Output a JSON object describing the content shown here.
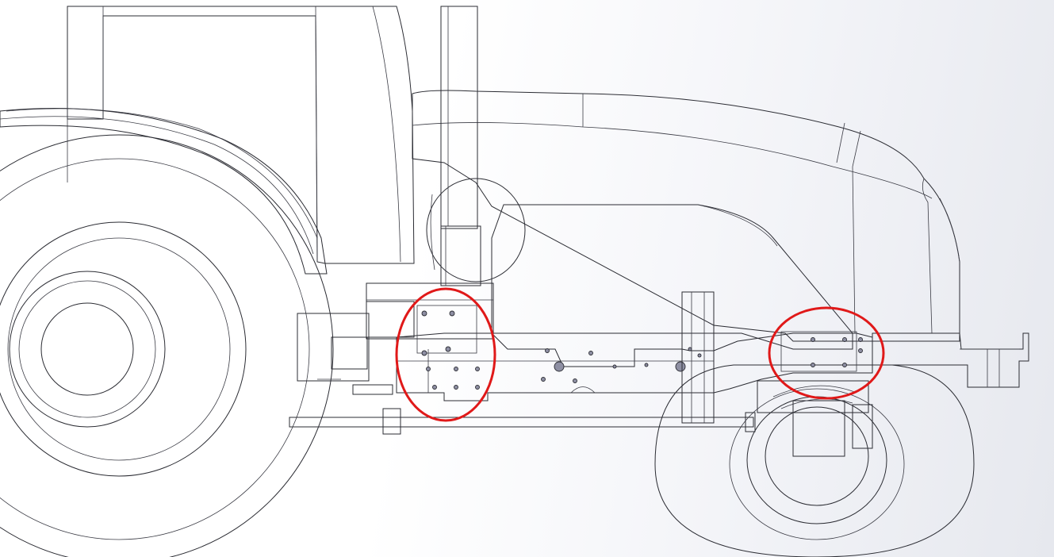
{
  "scene": {
    "subject": "tractor-side-view",
    "palette": {
      "body": "#8c8da1",
      "body_light": "#a4a5b7",
      "body_dark": "#74758a",
      "edge": "#2b2c33",
      "annotation": "#e01919",
      "background": "#ffffff"
    },
    "annotations": [
      {
        "id": "mount-bracket-front",
        "shape": "ellipse",
        "color": "#e01919"
      },
      {
        "id": "mount-bracket-rear",
        "shape": "ellipse",
        "color": "#e01919"
      }
    ]
  }
}
